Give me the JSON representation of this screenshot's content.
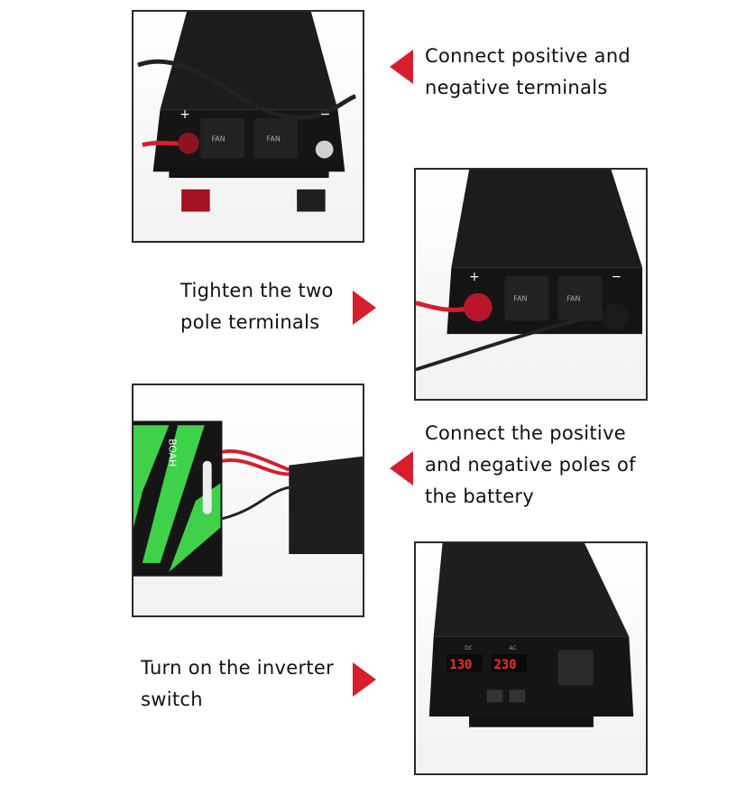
{
  "steps": [
    {
      "lines": [
        "Connect positive and",
        "negative terminals"
      ]
    },
    {
      "lines": [
        "Tighten the two",
        "pole terminals"
      ]
    },
    {
      "lines": [
        "Connect the positive",
        "and negative poles of",
        "the battery"
      ]
    },
    {
      "lines": [
        "Turn on the inverter",
        "switch"
      ]
    }
  ],
  "photo_labels": {
    "plus": "+",
    "minus": "−",
    "fan": "FAN",
    "battery_brand": "BOAH",
    "dc_display": "130",
    "ac_display": "230",
    "dc_label": "DC",
    "ac_label": "AC"
  },
  "colors": {
    "accent": "#d81e2c",
    "frame": "#2a2a2a",
    "battery_green": "#3fd14a"
  }
}
